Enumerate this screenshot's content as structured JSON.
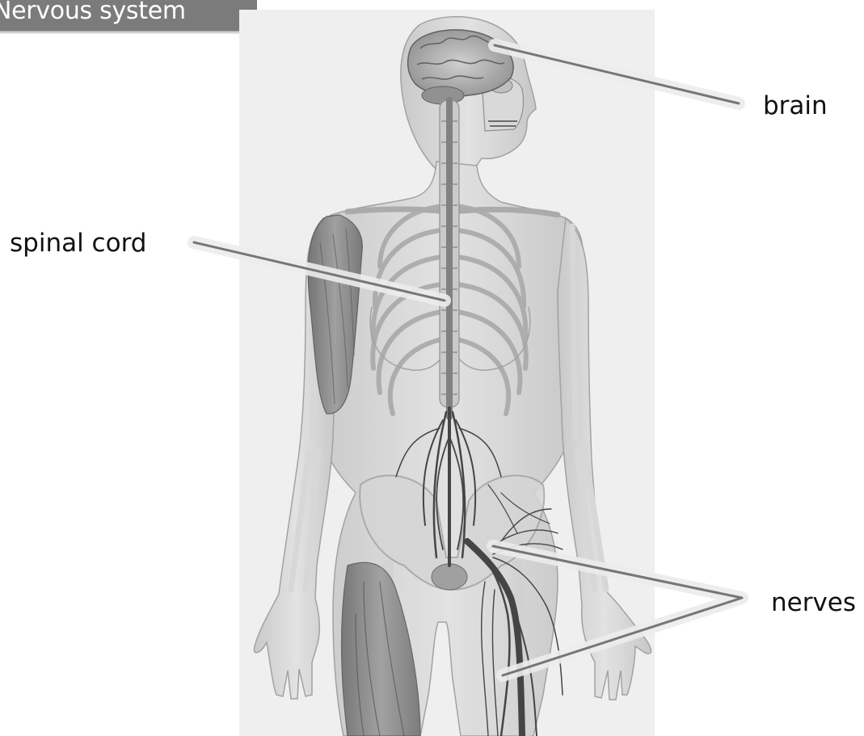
{
  "header": {
    "title": "Nervous system"
  },
  "labels": {
    "brain": "brain",
    "spinal_cord": "spinal cord",
    "nerves": "nerves"
  },
  "colors": {
    "header_bg": "#7b7b7b",
    "leader_line": "#767676",
    "photo_bg": "#efefef",
    "muscle": "#7e7e7e",
    "nerve": "#3c3c3c"
  }
}
